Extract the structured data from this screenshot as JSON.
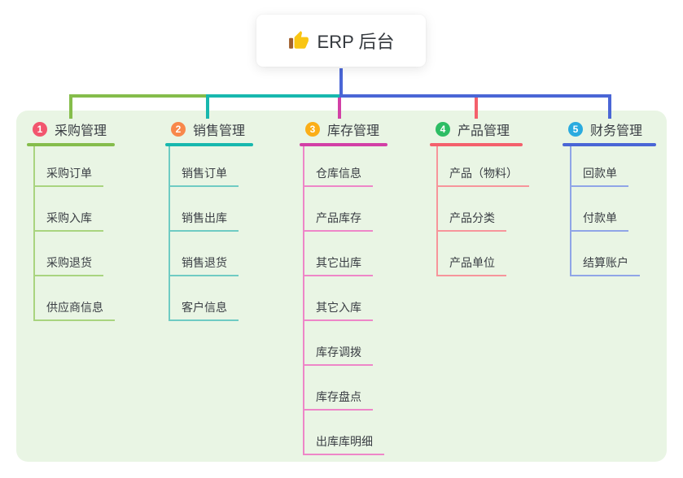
{
  "root": {
    "label": "ERP 后台",
    "icon": "thumbs-up-icon",
    "connector_color": "#4a66d6"
  },
  "canvas": {
    "background": "#ffffff",
    "panel_background": "#e9f5e4",
    "text_color": "#3a3e44"
  },
  "branches": [
    {
      "num": "1",
      "label": "采购管理",
      "badge_color": "#f2566e",
      "line_color": "#85bd4b",
      "child_line_color": "#a9d47f",
      "children": [
        "采购订单",
        "采购入库",
        "采购退货",
        "供应商信息"
      ]
    },
    {
      "num": "2",
      "label": "销售管理",
      "badge_color": "#f8884b",
      "line_color": "#18b8ae",
      "child_line_color": "#6fcbc3",
      "children": [
        "销售订单",
        "销售出库",
        "销售退货",
        "客户信息"
      ]
    },
    {
      "num": "3",
      "label": "库存管理",
      "badge_color": "#fbae17",
      "line_color": "#d240a6",
      "child_line_color": "#ee86c8",
      "children": [
        "仓库信息",
        "产品库存",
        "其它出库",
        "其它入库",
        "库存调拨",
        "库存盘点",
        "出库库明细"
      ]
    },
    {
      "num": "4",
      "label": "产品管理",
      "badge_color": "#2dbd64",
      "line_color": "#f4606c",
      "child_line_color": "#f7959b",
      "children": [
        "产品（物料）",
        "产品分类",
        "产品单位"
      ]
    },
    {
      "num": "5",
      "label": "财务管理",
      "badge_color": "#2aabdf",
      "line_color": "#4a66d6",
      "child_line_color": "#90a5e7",
      "children": [
        "回款单",
        "付款单",
        "结算账户"
      ]
    }
  ]
}
